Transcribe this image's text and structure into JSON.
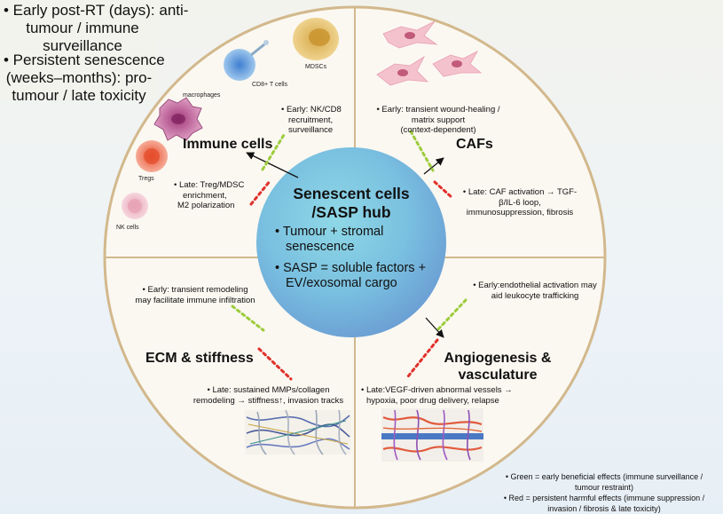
{
  "top_left_notes": {
    "note1": [
      "• Early post-RT (days): anti-",
      "tumour / immune",
      "surveillance"
    ],
    "note2": [
      "• Persistent senescence",
      "(weeks–months): pro-",
      "tumour / late toxicity"
    ]
  },
  "hub": {
    "title": [
      "Senescent cells",
      "/SASP hub"
    ],
    "bullet1": [
      "• Tumour + stromal",
      "senescence"
    ],
    "bullet2": [
      "• SASP = soluble factors +",
      "EV/exosomal cargo"
    ]
  },
  "immune": {
    "title": "Immune cells",
    "early": [
      "• Early: NK/CD8",
      "recruitment,",
      "surveillance"
    ],
    "late": [
      "• Late: Treg/MDSC",
      "enrichment,",
      "M2 polarization"
    ],
    "cell_labels": {
      "mdscs": "MDSCs",
      "cd8": "CD8+ T cells",
      "macrophages": "macrophages",
      "tregs": "Tregs",
      "nk": "NK cells"
    }
  },
  "cafs": {
    "title": "CAFs",
    "early": [
      "• Early: transient wound-healing /",
      "matrix support",
      "(context-dependent)"
    ],
    "late": [
      "• Late: CAF activation → TGF-",
      "β/IL-6 loop,",
      "immunosuppression, fibrosis"
    ]
  },
  "ecm": {
    "title": "ECM & stiffness",
    "early": [
      "• Early: transient remodeling",
      "may facilitate immune infiltration"
    ],
    "late": [
      "• Late: sustained MMPs/collagen",
      "remodeling → stiffness↑, invasion tracks"
    ]
  },
  "angio": {
    "title": [
      "Angiogenesis &",
      "vasculature"
    ],
    "early": [
      "• Early:endothelial activation may",
      "aid leukocyte trafficking"
    ],
    "late": [
      "• Late:VEGF-driven abnormal vessels →",
      "hypoxia, poor drug delivery, relapse"
    ]
  },
  "legend": {
    "green": [
      "• Green = early beneficial effects (immune surveillance /",
      "tumour restraint)"
    ],
    "red": [
      "• Red = persistent harmful effects (immune suppression /",
      "invasion / fibrosis & late toxicity)"
    ]
  },
  "colors": {
    "early_green": "#9ccc3c",
    "late_red": "#e0302a",
    "hub_fill_center": "#7fd0e0",
    "hub_fill_edge": "#6b9fd4",
    "outer_ring": "#d4b98a"
  },
  "icons": [
    "mdsc-cell-icon",
    "cd8-t-cell-icon",
    "macrophage-icon",
    "treg-cell-icon",
    "nk-cell-icon",
    "fibroblast-icon",
    "collagen-fiber-icon",
    "vessel-network-icon"
  ]
}
